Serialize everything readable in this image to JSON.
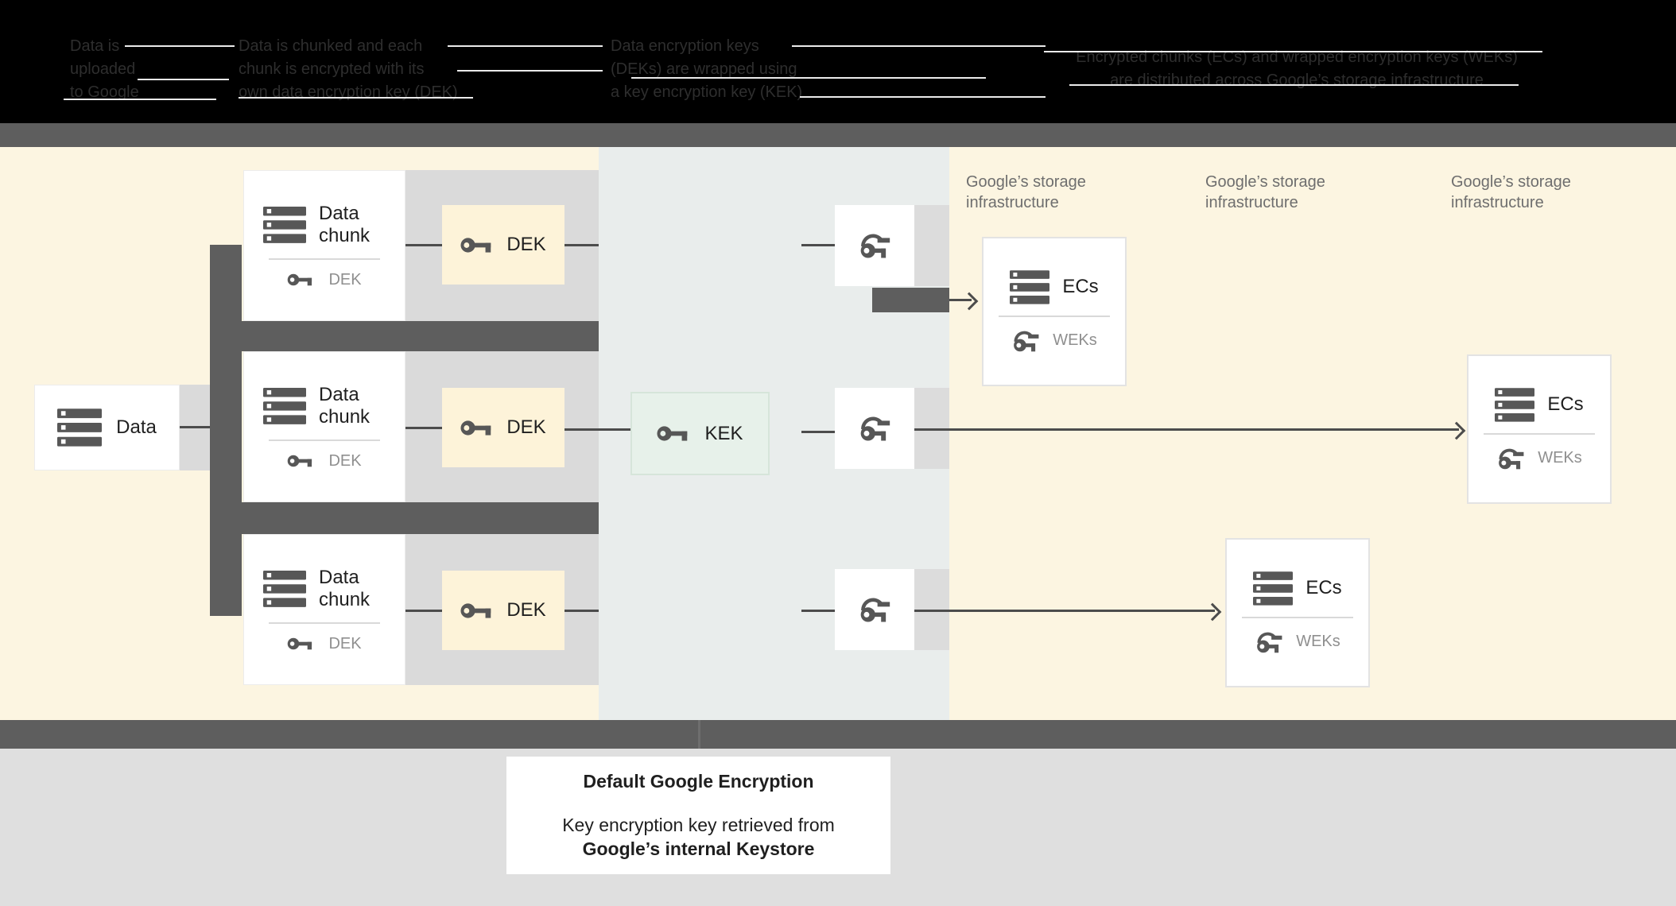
{
  "header": {
    "steps": [
      {
        "lines": [
          "Data is",
          "uploaded",
          "to Google"
        ]
      },
      {
        "lines": [
          "Data is chunked and each",
          "chunk is encrypted with its",
          "own data encryption key (DEK)"
        ]
      },
      {
        "lines": [
          "Data encryption keys",
          "(DEKs) are wrapped using",
          "a key encryption key (KEK)"
        ]
      },
      {
        "lines": [
          "Encrypted chunks (ECs) and wrapped encryption keys (WEKs)",
          "are distributed across Google’s storage infrastructure"
        ]
      }
    ]
  },
  "diagram": {
    "data_label": "Data",
    "chunk_label": "Data chunk",
    "dek_label": "DEK",
    "kek_label": "KEK",
    "ecs_label": "ECs",
    "weks_label": "WEKs",
    "storage_label": "Google’s storage infrastructure"
  },
  "caption": {
    "title": "Default Google Encryption",
    "line1": "Key encryption key retrieved from",
    "line2": "Google’s internal Keystore"
  },
  "icons": {
    "data": "server-stack-icon",
    "key": "key-icon",
    "wrapped_key": "wrapped-key-icon"
  },
  "colors": {
    "background_cream": "#fcf5e1",
    "kek_column": "#e9edec",
    "row_band": "#dadada",
    "divider_bar": "#5e5e5e",
    "dek_fill": "#fdf3d9",
    "kek_fill": "#e7f1ea",
    "footer": "#dfdfdf"
  }
}
